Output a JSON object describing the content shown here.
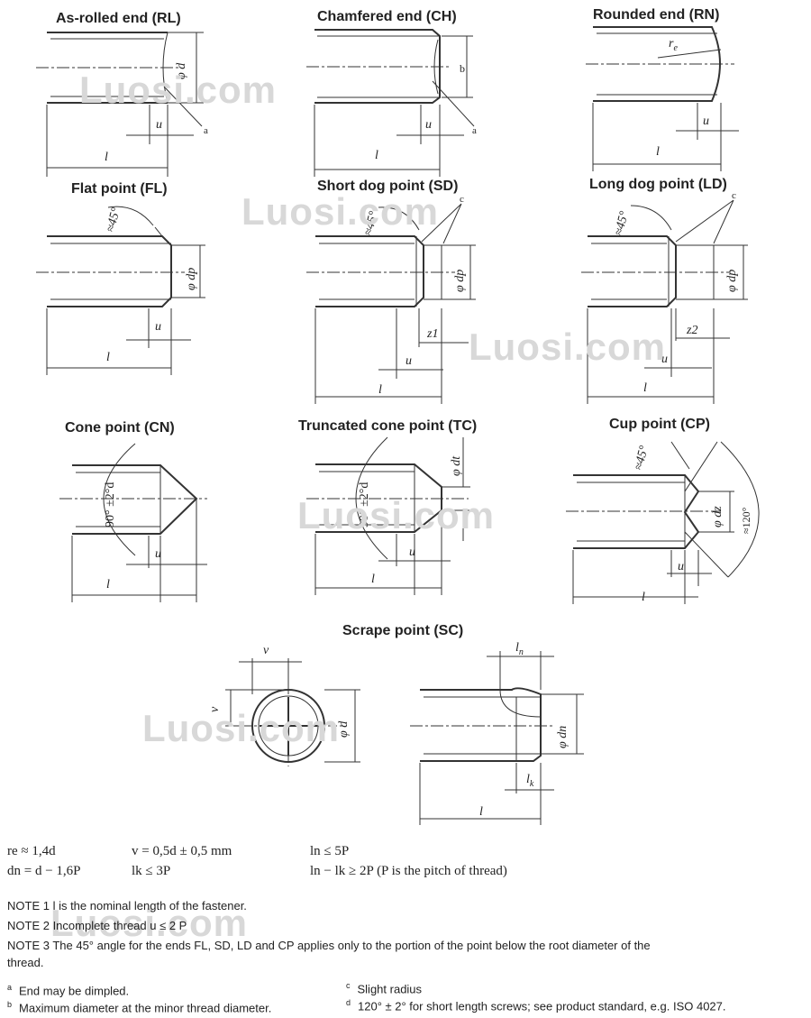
{
  "titles": {
    "rl": "As-rolled end (RL)",
    "ch": "Chamfered end (CH)",
    "rn": "Rounded end (RN)",
    "fl": "Flat point (FL)",
    "sd": "Short dog point (SD)",
    "ld": "Long dog point (LD)",
    "cn": "Cone point (CN)",
    "tc": "Truncated cone point (TC)",
    "cp": "Cup point (CP)",
    "sc": "Scrape point (SC)"
  },
  "watermark": "Luosi.com",
  "formulas": {
    "re": "re ≈ 1,4d",
    "dn": "dn = d − 1,6P",
    "v": "v = 0,5d ± 0,5 mm",
    "lk": "lk ≤ 3P",
    "ln": "ln ≤ 5P",
    "ln_lk": "ln − lk ≥ 2P (P is the pitch of thread)"
  },
  "notes": [
    "NOTE 1   l is the nominal length of the fastener.",
    "NOTE 2   Incomplete thread u ≤ 2 P",
    "NOTE 3   The 45° angle for the ends FL, SD, LD and CP applies only to the portion of the point below the root diameter of the",
    "thread."
  ],
  "footnotes": {
    "a": "End may be dimpled.",
    "b": "Maximum diameter at the minor thread diameter.",
    "c": "Slight radius",
    "d": "120° ± 2° for short length screws; see product standard, e.g. ISO 4027."
  },
  "footnote_keys": {
    "a": "a",
    "b": "b",
    "c": "c",
    "d": "d"
  }
}
